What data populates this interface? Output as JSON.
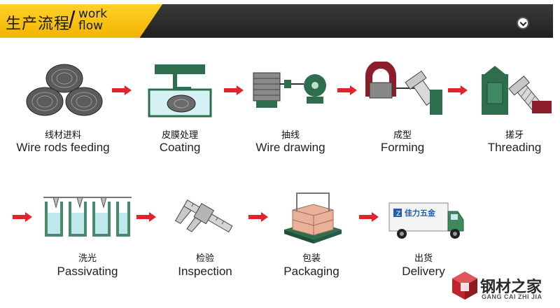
{
  "header": {
    "title_cn": "生产流程",
    "title_en_line1": "work",
    "title_en_line2": "flow"
  },
  "steps": [
    {
      "cn": "线材进料",
      "en": "Wire rods feeding"
    },
    {
      "cn": "皮膜处理",
      "en": "Coating"
    },
    {
      "cn": "抽线",
      "en": "Wire drawing"
    },
    {
      "cn": "成型",
      "en": "Forming"
    },
    {
      "cn": "搓牙",
      "en": "Threading"
    },
    {
      "cn": "洗光",
      "en": "Passivating"
    },
    {
      "cn": "检验",
      "en": "Inspection"
    },
    {
      "cn": "包装",
      "en": "Packaging"
    },
    {
      "cn": "出货",
      "en": "Delivery"
    }
  ],
  "truck_label": "佳力五金",
  "logo": {
    "cn": "钢材之家",
    "en": "GANG CAI ZHI JIA"
  },
  "colors": {
    "header_yellow": "#f5b800",
    "header_dark": "#2a2a2a",
    "arrow_red": "#e3232b",
    "machine_green": "#2e6e4e"
  }
}
